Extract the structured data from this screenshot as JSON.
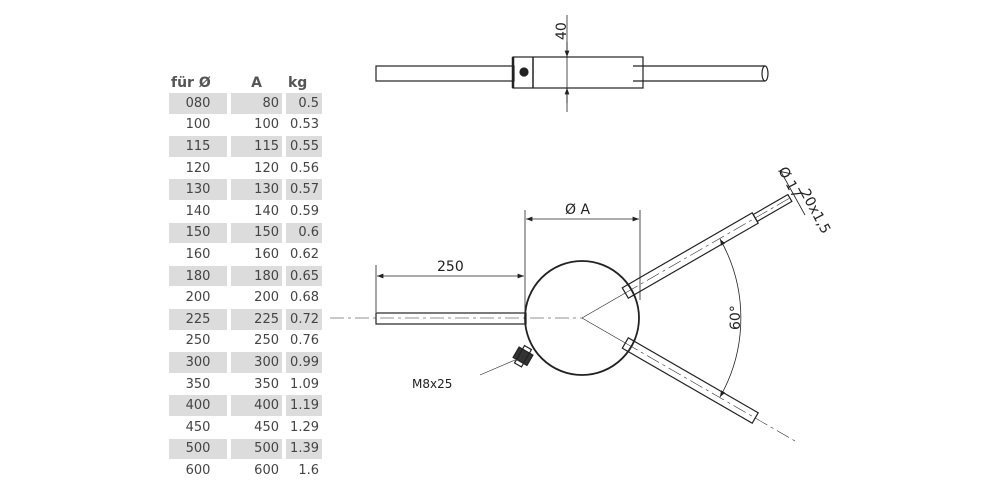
{
  "table": {
    "headers": [
      "für Ø",
      "A",
      "kg"
    ],
    "rows": [
      [
        "080",
        "80",
        "0.5"
      ],
      [
        "100",
        "100",
        "0.53"
      ],
      [
        "115",
        "115",
        "0.55"
      ],
      [
        "120",
        "120",
        "0.56"
      ],
      [
        "130",
        "130",
        "0.57"
      ],
      [
        "140",
        "140",
        "0.59"
      ],
      [
        "150",
        "150",
        "0.6"
      ],
      [
        "160",
        "160",
        "0.62"
      ],
      [
        "180",
        "180",
        "0.65"
      ],
      [
        "200",
        "200",
        "0.68"
      ],
      [
        "225",
        "225",
        "0.72"
      ],
      [
        "250",
        "250",
        "0.76"
      ],
      [
        "300",
        "300",
        "0.99"
      ],
      [
        "350",
        "350",
        "1.09"
      ],
      [
        "400",
        "400",
        "1.19"
      ],
      [
        "450",
        "450",
        "1.29"
      ],
      [
        "500",
        "500",
        "1.39"
      ],
      [
        "600",
        "600",
        "1.6"
      ]
    ]
  },
  "drawing": {
    "top_view": {
      "height_dim": "40"
    },
    "front_view": {
      "arm_length_dim": "250",
      "diameter_dim": "Ø A",
      "angle_dim": "60°",
      "tube_dim_inner": "Ø 17",
      "tube_dim_outer": "20x1,5",
      "bolt_label": "M8x25"
    }
  }
}
